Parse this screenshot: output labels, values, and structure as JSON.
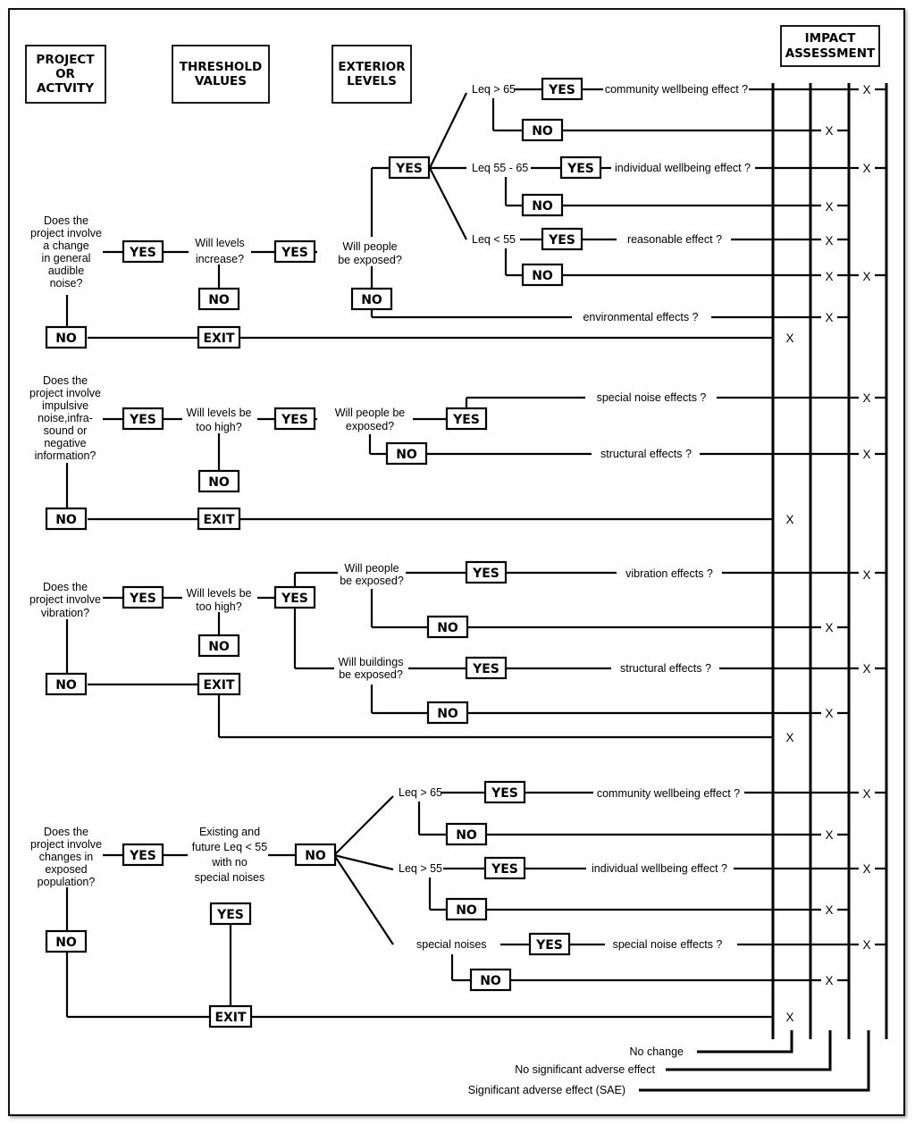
{
  "headers": {
    "project": [
      "PROJECT",
      "OR",
      "ACTVITY"
    ],
    "threshold": [
      "THRESHOLD",
      "VALUES"
    ],
    "exterior": [
      "EXTERIOR",
      "LEVELS"
    ],
    "impact": [
      "IMPACT",
      "ASSESSMENT"
    ]
  },
  "labels": {
    "yes": "YES",
    "no": "NO",
    "exit": "EXIT",
    "x": "X"
  },
  "section1": {
    "question": [
      "Does the",
      "project involve",
      "a change",
      "in general",
      "audible",
      "noise?"
    ],
    "threshold": [
      "Will levels",
      "increase?"
    ],
    "exposure": [
      "Will people",
      "be exposed?"
    ],
    "leq_a": "Leq > 65",
    "leq_b": "Leq 55 - 65",
    "leq_c": "Leq < 55",
    "effect_a": "community wellbeing effect ?",
    "effect_b": "individual wellbeing effect ?",
    "effect_c": "reasonable effect  ?",
    "effect_env": "environmental effects ?"
  },
  "section2": {
    "question": [
      "Does the",
      "project involve",
      "impulsive",
      "noise,infra-",
      "sound or",
      "negative",
      "information?"
    ],
    "threshold": [
      "Will levels be",
      "too high?"
    ],
    "exposure": [
      "Will people be",
      "exposed?"
    ],
    "effect_a": "special noise effects ?",
    "effect_b": "structural effects ?"
  },
  "section3": {
    "question": [
      "Does the",
      "project involve",
      "vibration?"
    ],
    "threshold": [
      "Will levels be",
      "too high?"
    ],
    "people": [
      "Will people",
      "be exposed?"
    ],
    "buildings": [
      "Will buildings",
      "be exposed?"
    ],
    "effect_a": "vibration effects ?",
    "effect_b": "structural effects ?"
  },
  "section4": {
    "question": [
      "Does the",
      "project involve",
      "changes in",
      "exposed",
      "population?"
    ],
    "threshold": [
      "Existing and",
      "future Leq < 55",
      "with no",
      "special noises"
    ],
    "leq_a": "Leq > 65",
    "leq_b": "Leq > 55",
    "special": "special noises",
    "effect_a": "community wellbeing effect ?",
    "effect_b": "individual wellbeing effect ?",
    "effect_c": "special noise effects ?"
  },
  "legend": {
    "no_change": "No change",
    "no_sig": "No significant adverse effect",
    "sae": "Significant adverse effect (SAE)"
  }
}
